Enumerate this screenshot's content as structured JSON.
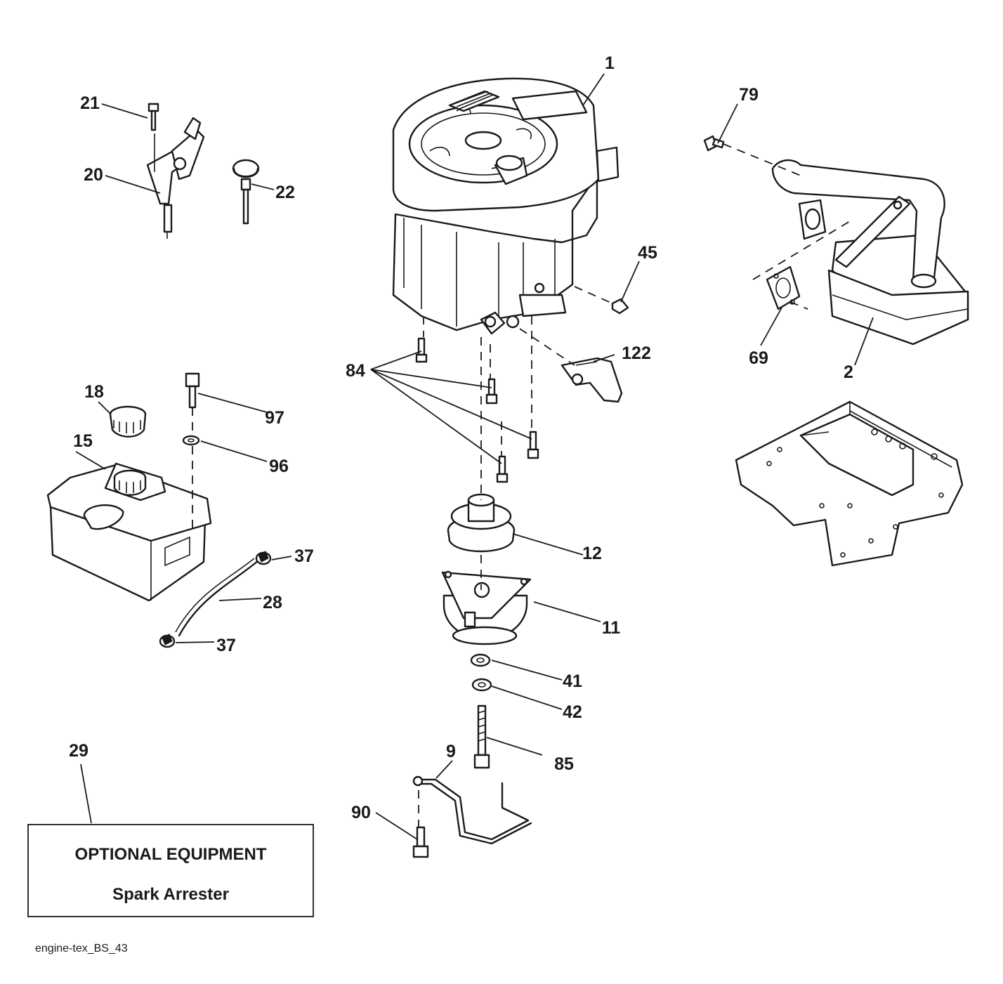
{
  "callouts": {
    "c1": "1",
    "c2": "2",
    "c9": "9",
    "c11": "11",
    "c12": "12",
    "c15": "15",
    "c18": "18",
    "c20": "20",
    "c21": "21",
    "c22": "22",
    "c28": "28",
    "c29": "29",
    "c37a": "37",
    "c37b": "37",
    "c41": "41",
    "c42": "42",
    "c45": "45",
    "c69": "69",
    "c79": "79",
    "c84": "84",
    "c85": "85",
    "c90": "90",
    "c96": "96",
    "c97": "97",
    "c122": "122"
  },
  "optional_box": {
    "title": "OPTIONAL EQUIPMENT",
    "item": "Spark Arrester"
  },
  "caption": "engine-tex_BS_43"
}
